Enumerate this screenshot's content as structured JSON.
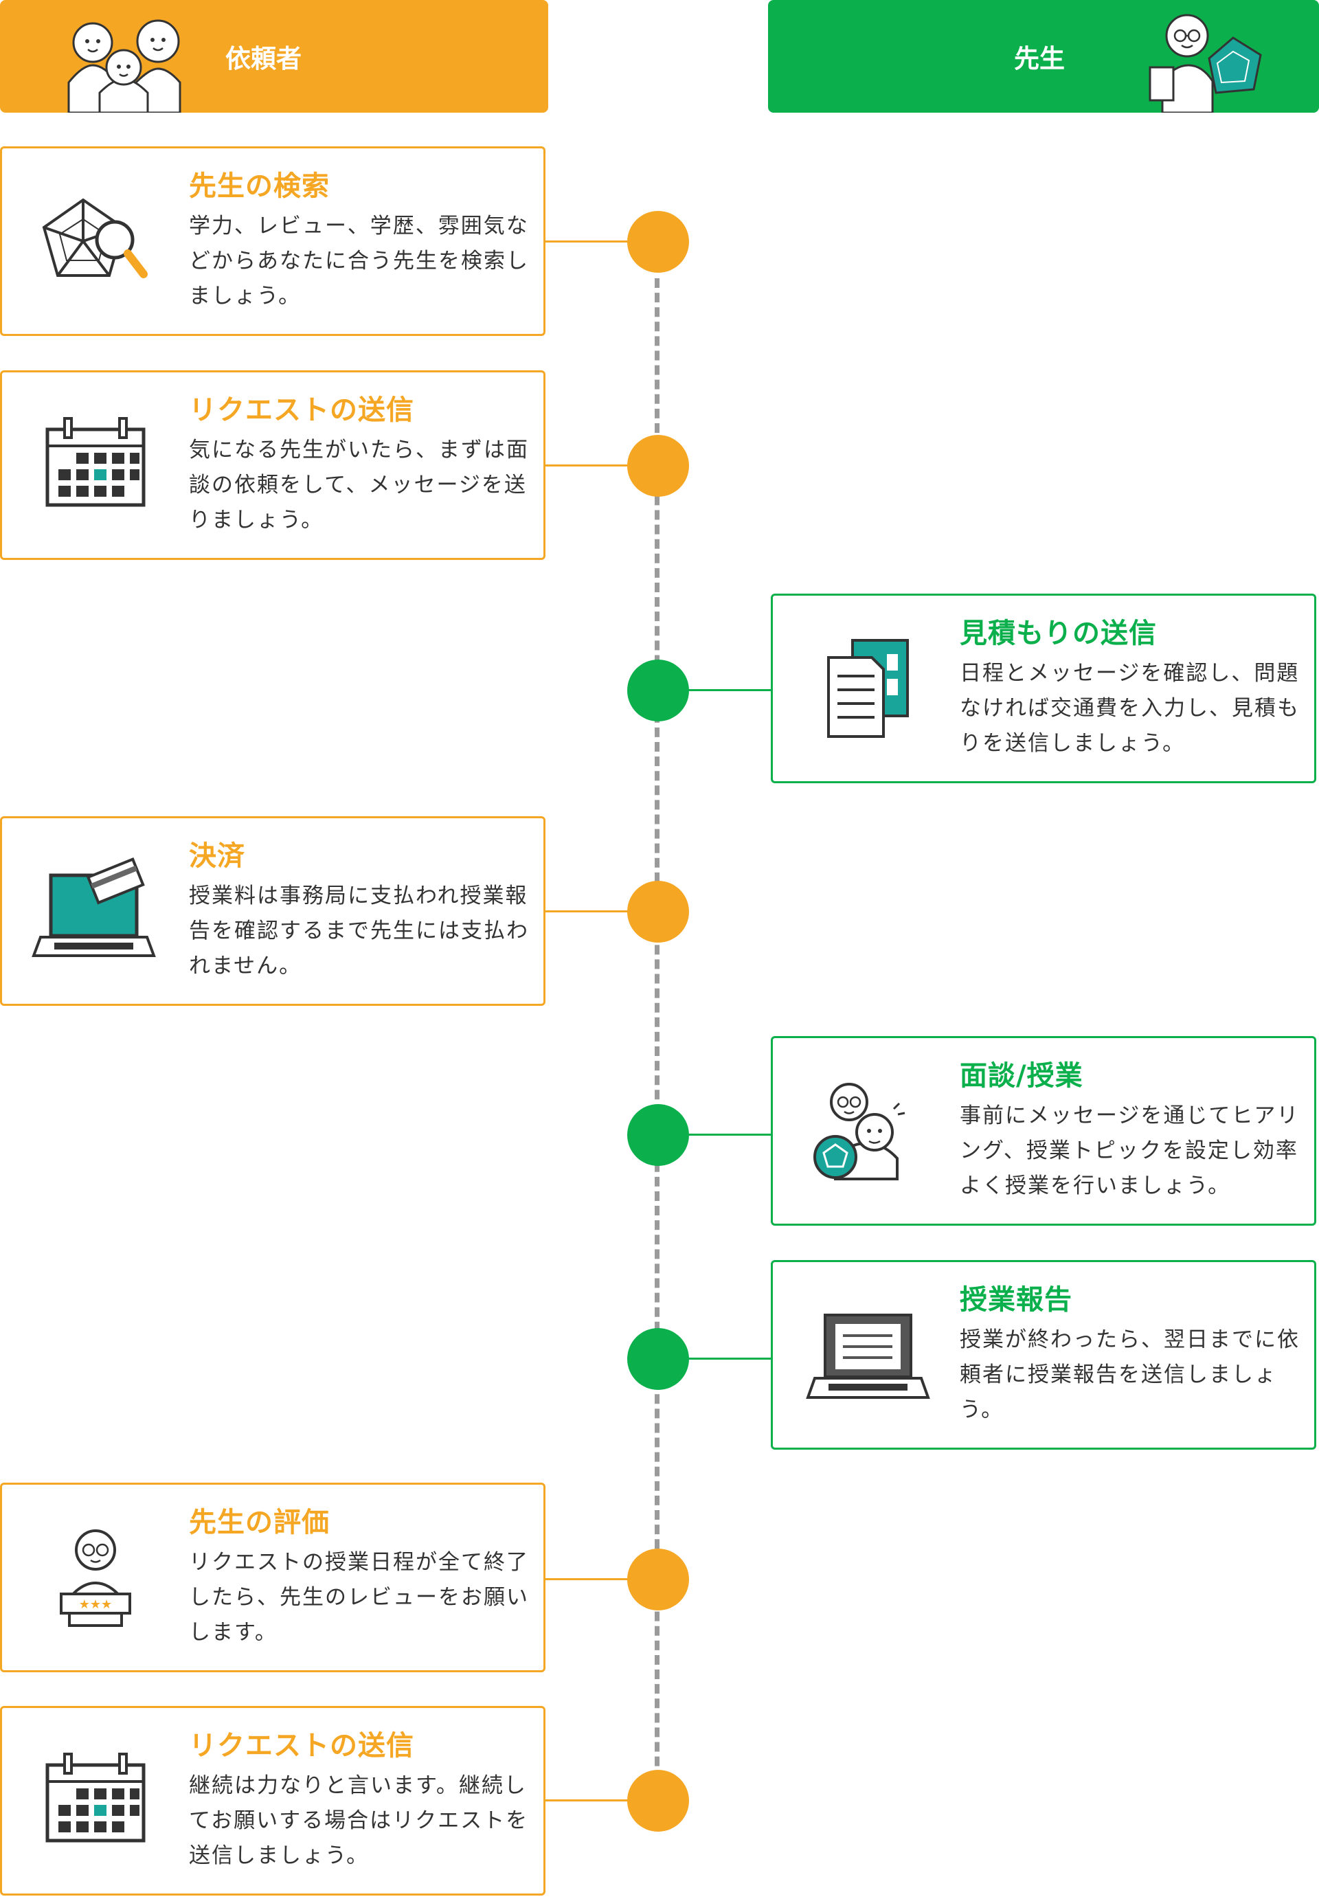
{
  "headers": {
    "requester": "依頼者",
    "teacher": "先生"
  },
  "colors": {
    "requester": "#F5A623",
    "teacher": "#0BB04C",
    "timeline": "#9a9a9a",
    "accent": "#1AA59A"
  },
  "steps": [
    {
      "side": "requester",
      "title": "先生の検索",
      "description": "学力、レビュー、学歴、雰囲気などからあなたに合う先生を検索しましょう。",
      "icon": "radar-chart-search-icon"
    },
    {
      "side": "requester",
      "title": "リクエストの送信",
      "description": "気になる先生がいたら、まずは面談の依頼をして、メッセージを送りましょう。",
      "icon": "calendar-icon"
    },
    {
      "side": "teacher",
      "title": "見積もりの送信",
      "description": "日程とメッセージを確認し、問題なければ交通費を入力し、見積もりを送信しましょう。",
      "icon": "documents-icon"
    },
    {
      "side": "requester",
      "title": "決済",
      "description": "授業料は事務局に支払われ授業報告を確認するまで先生には支払われません。",
      "icon": "laptop-card-icon"
    },
    {
      "side": "teacher",
      "title": "面談/授業",
      "description": "事前にメッセージを通じてヒアリング、授業トピックを設定し効率よく授業を行いましょう。",
      "icon": "interview-people-icon"
    },
    {
      "side": "teacher",
      "title": "授業報告",
      "description": "授業が終わったら、翌日までに依頼者に授業報告を送信しましょう。",
      "icon": "laptop-report-icon"
    },
    {
      "side": "requester",
      "title": "先生の評価",
      "description": "リクエストの授業日程が全て終了したら、先生のレビューをお願いします。",
      "icon": "teacher-rating-icon"
    },
    {
      "side": "requester",
      "title": "リクエストの送信",
      "description": "継続は力なりと言います。継続してお願いする場合はリクエストを送信しましょう。",
      "icon": "calendar-icon"
    }
  ]
}
